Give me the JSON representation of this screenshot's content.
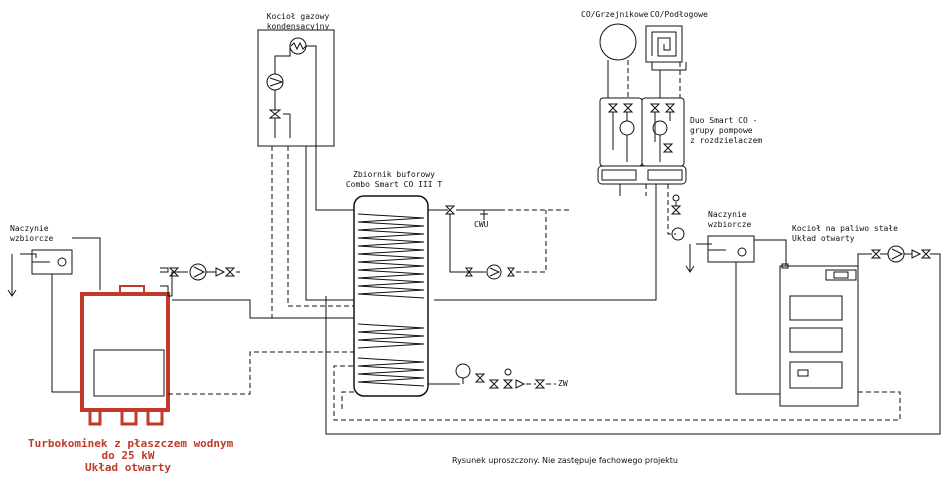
{
  "labels": {
    "gas_boiler": [
      "Kocioł gazowy",
      "kondensacyjny"
    ],
    "radiators": "CO/Grzejnikowe",
    "floor": "CO/Podłogowe",
    "duo_smart": [
      "Duo Smart CO -",
      "grupy pompowe",
      "z rozdzielaczem"
    ],
    "buffer_tank": [
      "Zbiornik buforowy",
      "Combo Smart CO III T"
    ],
    "cwu": "CWU",
    "zw": "ZW",
    "expansion_left": [
      "Naczynie",
      "wzbiorcze"
    ],
    "expansion_right": [
      "Naczynie",
      "wzbiorcze"
    ],
    "solid_boiler": [
      "Kocioł na paliwo stałe",
      "Układ otwarty"
    ],
    "fireplace": [
      "Turbokominek z płaszczem wodnym",
      "do 25 kW",
      "Układ otwarty"
    ],
    "disclaimer": "Rysunek uproszczony. Nie zastępuje fachowego projektu"
  },
  "colors": {
    "line": "#111111",
    "fireplace_accent": "#c0392b",
    "tank_fill": "#ffffff"
  },
  "icons": [
    "pump-icon",
    "valve-icon",
    "three-way-valve-icon",
    "heat-exchanger-icon",
    "expansion-vessel-icon",
    "radiator-icon",
    "floor-coil-icon",
    "safety-valve-icon",
    "check-valve-icon"
  ]
}
